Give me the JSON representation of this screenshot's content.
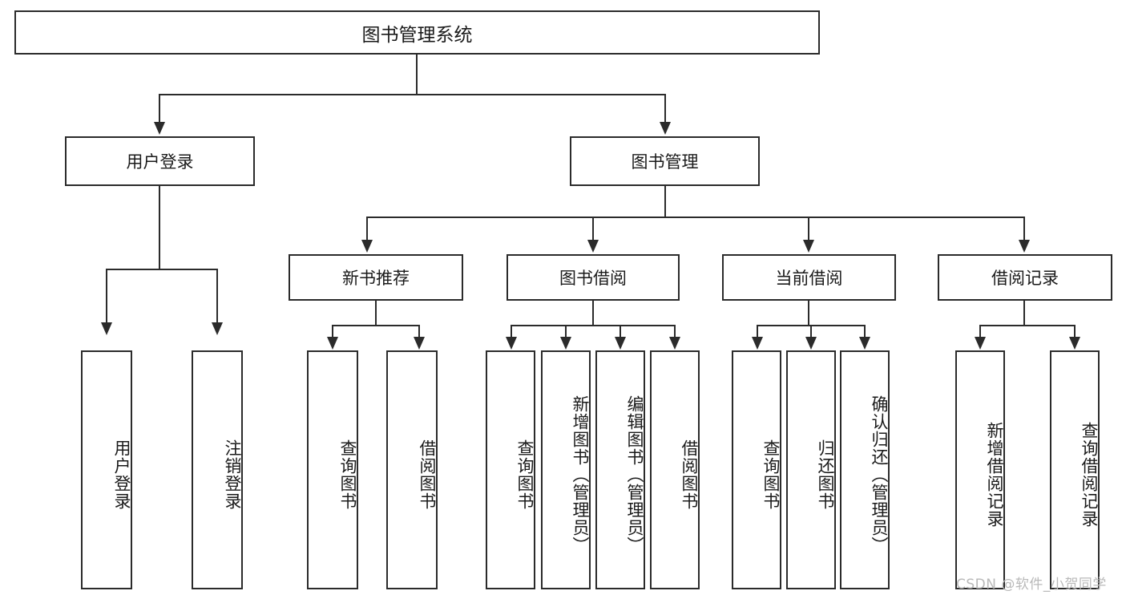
{
  "diagram": {
    "title": "图书管理系统",
    "watermark": "CSDN @软件_小贺同学",
    "colors": {
      "stroke": "#2b2b2b",
      "fill": "#ffffff",
      "text": "#1a1a1a",
      "watermark": "#b9b9b9"
    },
    "nodes": {
      "root": {
        "label": "图书管理系统",
        "level": 0
      },
      "user_login": {
        "label": "用户登录",
        "level": 1
      },
      "book_manage": {
        "label": "图书管理",
        "level": 1
      },
      "new_book_rec": {
        "label": "新书推荐",
        "level": 2
      },
      "book_borrow": {
        "label": "图书借阅",
        "level": 2
      },
      "current_borrow": {
        "label": "当前借阅",
        "level": 2
      },
      "borrow_record": {
        "label": "借阅记录",
        "level": 2
      },
      "leaf_user_login": {
        "label": "用户登录",
        "level": 3
      },
      "leaf_logout": {
        "label": "注销登录",
        "level": 3
      },
      "leaf_query_book_1": {
        "label": "查询图书",
        "level": 3
      },
      "leaf_borrow_book_1": {
        "label": "借阅图书",
        "level": 3
      },
      "leaf_query_book_2": {
        "label": "查询图书",
        "level": 3
      },
      "leaf_add_book_admin": {
        "label": "新增图书（管理员）",
        "level": 3
      },
      "leaf_edit_book_admin": {
        "label": "编辑图书（管理员）",
        "level": 3
      },
      "leaf_borrow_book_2": {
        "label": "借阅图书",
        "level": 3
      },
      "leaf_query_book_3": {
        "label": "查询图书",
        "level": 3
      },
      "leaf_return_book": {
        "label": "归还图书",
        "level": 3
      },
      "leaf_confirm_return_admin": {
        "label": "确认归还（管理员）",
        "level": 3
      },
      "leaf_add_record": {
        "label": "新增借阅记录",
        "level": 3
      },
      "leaf_query_record": {
        "label": "查询借阅记录",
        "level": 3
      }
    },
    "edges": [
      {
        "from": "root",
        "to": "user_login"
      },
      {
        "from": "root",
        "to": "book_manage"
      },
      {
        "from": "book_manage",
        "to": "new_book_rec"
      },
      {
        "from": "book_manage",
        "to": "book_borrow"
      },
      {
        "from": "book_manage",
        "to": "current_borrow"
      },
      {
        "from": "book_manage",
        "to": "borrow_record"
      },
      {
        "from": "user_login",
        "to": "leaf_user_login"
      },
      {
        "from": "user_login",
        "to": "leaf_logout"
      },
      {
        "from": "new_book_rec",
        "to": "leaf_query_book_1"
      },
      {
        "from": "new_book_rec",
        "to": "leaf_borrow_book_1"
      },
      {
        "from": "book_borrow",
        "to": "leaf_query_book_2"
      },
      {
        "from": "book_borrow",
        "to": "leaf_add_book_admin"
      },
      {
        "from": "book_borrow",
        "to": "leaf_edit_book_admin"
      },
      {
        "from": "book_borrow",
        "to": "leaf_borrow_book_2"
      },
      {
        "from": "current_borrow",
        "to": "leaf_query_book_3"
      },
      {
        "from": "current_borrow",
        "to": "leaf_return_book"
      },
      {
        "from": "current_borrow",
        "to": "leaf_confirm_return_admin"
      },
      {
        "from": "borrow_record",
        "to": "leaf_add_record"
      },
      {
        "from": "borrow_record",
        "to": "leaf_query_record"
      }
    ]
  }
}
